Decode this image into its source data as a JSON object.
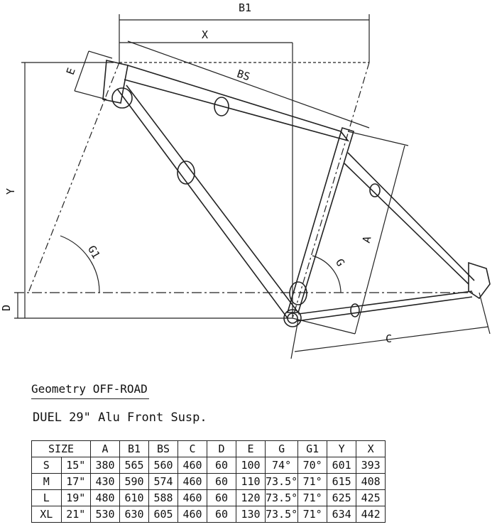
{
  "diagram_labels": {
    "B1": "B1",
    "X": "X",
    "BS": "BS",
    "E": "E",
    "Y": "Y",
    "G1": "G1",
    "G": "G",
    "A": "A",
    "C": "C",
    "D": "D"
  },
  "title": "Geometry OFF-ROAD",
  "model": "DUEL 29\" Alu Front Susp.",
  "table": {
    "headers": [
      "SIZE",
      "A",
      "B1",
      "BS",
      "C",
      "D",
      "E",
      "G",
      "G1",
      "Y",
      "X"
    ],
    "rows": [
      [
        "S",
        "15\"",
        "380",
        "565",
        "560",
        "460",
        "60",
        "100",
        "74°",
        "70°",
        "601",
        "393"
      ],
      [
        "M",
        "17\"",
        "430",
        "590",
        "574",
        "460",
        "60",
        "110",
        "73.5°",
        "71°",
        "615",
        "408"
      ],
      [
        "L",
        "19\"",
        "480",
        "610",
        "588",
        "460",
        "60",
        "120",
        "73.5°",
        "71°",
        "625",
        "425"
      ],
      [
        "XL",
        "21\"",
        "530",
        "630",
        "605",
        "460",
        "60",
        "130",
        "73.5°",
        "71°",
        "634",
        "442"
      ]
    ]
  }
}
